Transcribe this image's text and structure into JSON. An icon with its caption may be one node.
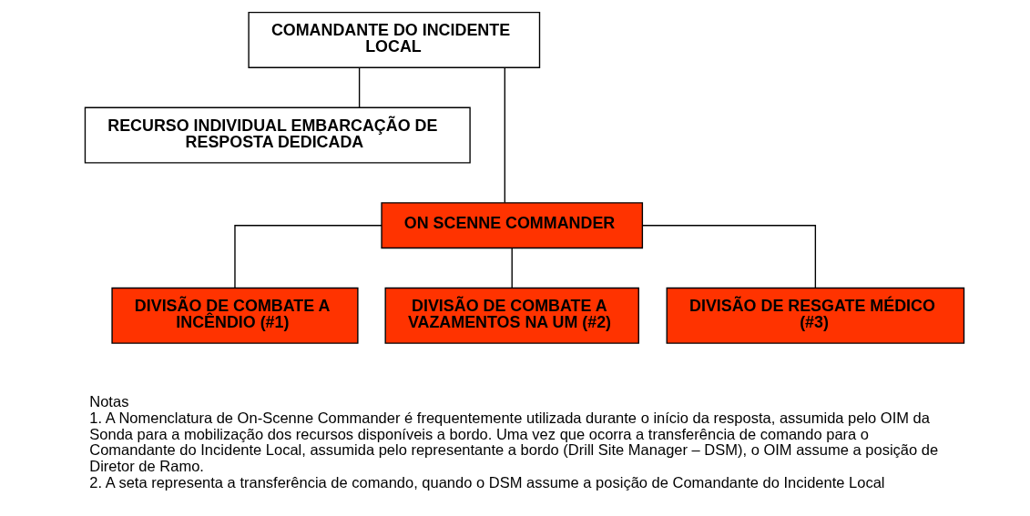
{
  "diagram": {
    "nodes": [
      {
        "text": [
          "COMANDANTE DO INCIDENTE LOCAL"
        ]
      },
      {
        "text": [
          "RECURSO INDIVIDUAL EMBARCAÇÃO DE RESPOSTA DEDICADA"
        ]
      },
      {
        "text": [
          "ON SCENNE COMMANDER"
        ]
      },
      {
        "text": [
          "DIVISÃO DE COMBATE A INCÊNDIO (#1)"
        ]
      },
      {
        "text": [
          "DIVISÃO DE COMBATE A VAZAMENTOS NA UM (#2)"
        ]
      },
      {
        "text": [
          "DIVISÃO DE RESGATE MÉDICO (#3)"
        ]
      }
    ],
    "edges": [
      {
        "from": 0,
        "to": 1,
        "arrow": "none"
      },
      {
        "from": 0,
        "to": 2,
        "arrow": "none"
      },
      {
        "from": 2,
        "to": 3,
        "arrow": "none"
      },
      {
        "from": 2,
        "to": 4,
        "arrow": "none"
      },
      {
        "from": 2,
        "to": 5,
        "arrow": "none"
      }
    ],
    "labels": [
      "Notas",
      "1. A Nomenclatura de On-Scenne Commander é frequentemente utilizada durante o início da resposta, assumida pelo OIM da Sonda para a mobilização dos recursos disponíveis a bordo. Uma vez que ocorra a transferência de comando para o Comandante do Incidente Local, assumida pelo representante a bordo (Drill Site Manager – DSM), o OIM assume a posição de Diretor de Ramo.",
      "2. A seta representa a transferência de comando, quando o DSM assume a posição de Comandante do Incidente Local"
    ]
  }
}
